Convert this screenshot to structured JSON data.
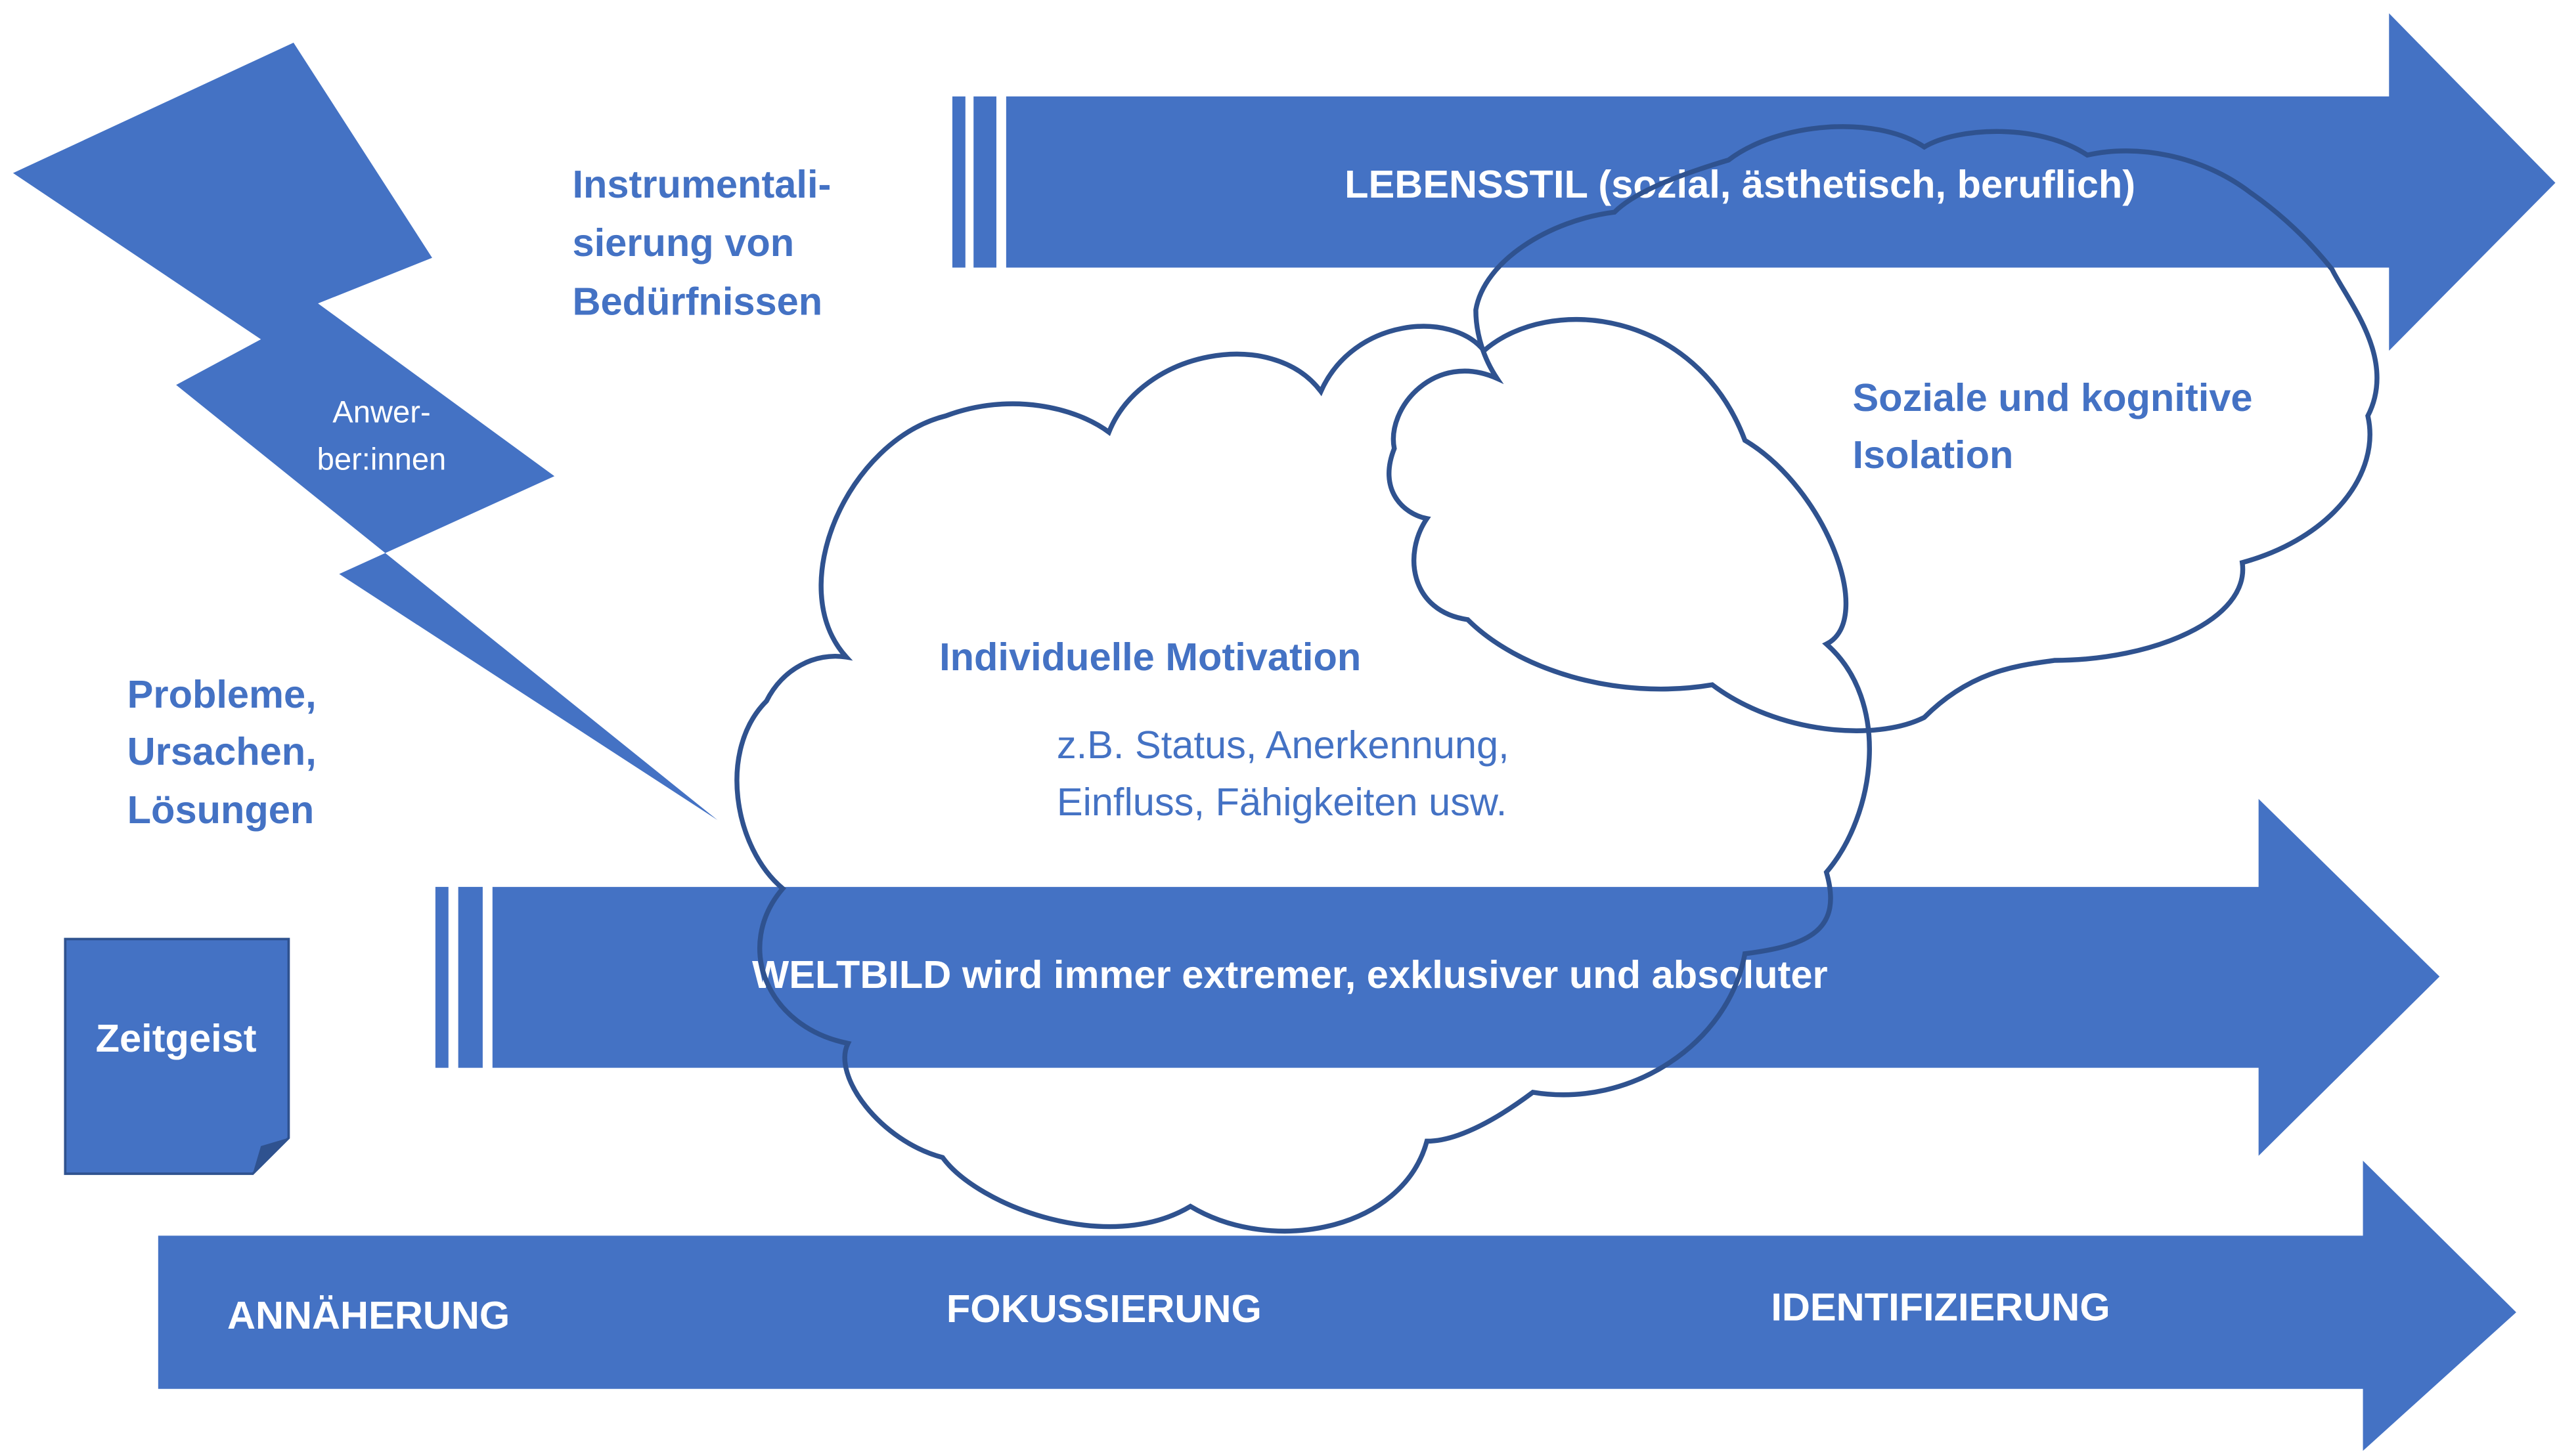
{
  "colors": {
    "shape_fill": "#4472c4",
    "shape_dark": "#2f528f",
    "text_on_shape": "#ffffff",
    "text_blue": "#4472c4",
    "background": "#ffffff"
  },
  "lightning": {
    "label_line1": "Anwer-",
    "label_line2": "ber:innen"
  },
  "labels": {
    "instrumentalisierung": [
      "Instrumentali-",
      "sierung von",
      "Bedürfnissen"
    ],
    "probleme": [
      "Probleme,",
      "Ursachen,",
      "Lösungen"
    ]
  },
  "arrows": {
    "lebensstil": "LEBENSSTIL (sozial, ästhetisch, beruflich)",
    "weltbild": "WELTBILD wird immer extremer, exklusiver und absoluter",
    "phases": [
      "ANNÄHERUNG",
      "FOKUSSIERUNG",
      "IDENTIFIZIERUNG"
    ]
  },
  "clouds": {
    "motivation_title": "Individuelle Motivation",
    "motivation_body": [
      "z.B. Status, Anerkennung,",
      "Einfluss, Fähigkeiten usw."
    ],
    "isolation": [
      "Soziale und kognitive",
      "Isolation"
    ]
  },
  "note": {
    "label": "Zeitgeist"
  }
}
